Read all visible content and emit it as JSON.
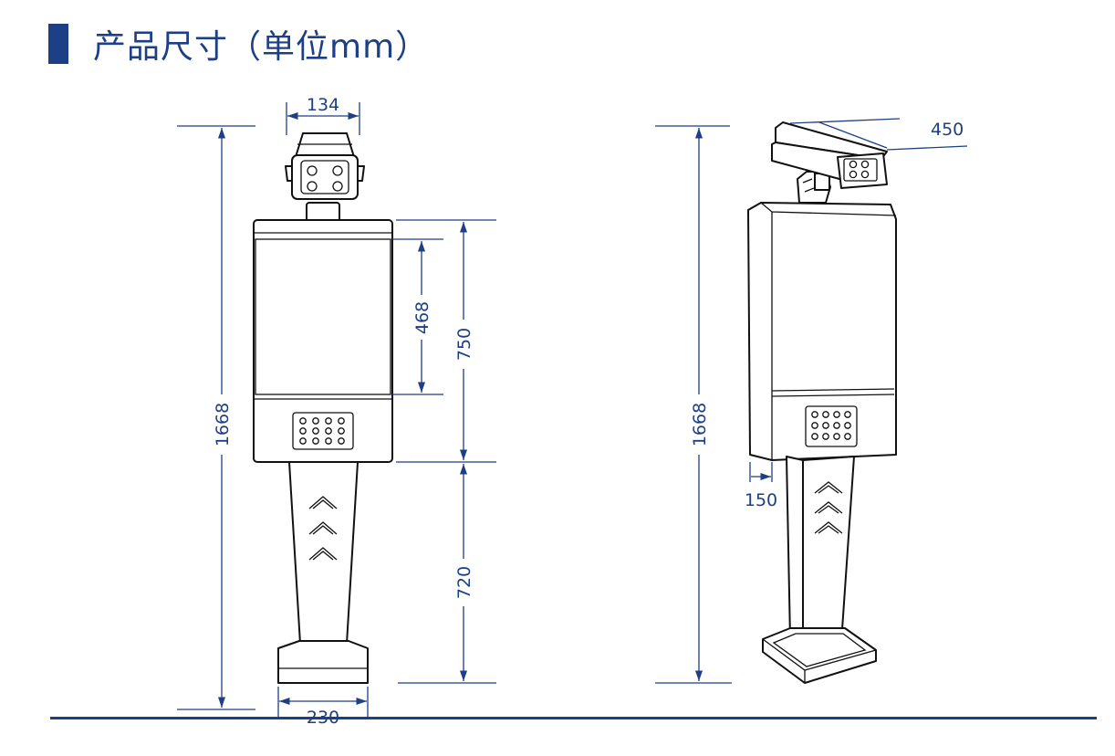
{
  "title": "产品尺寸（单位mm）",
  "colors": {
    "accent": "#1d3f86",
    "line": "#111111"
  },
  "front_view": {
    "dims": {
      "head_width": "134",
      "total_height": "1668",
      "screen_height": "468",
      "cabinet_height": "750",
      "pillar_height": "720",
      "base_width": "230"
    }
  },
  "side_view": {
    "dims": {
      "camera_length": "450",
      "total_height": "1668",
      "cabinet_depth": "150"
    }
  }
}
